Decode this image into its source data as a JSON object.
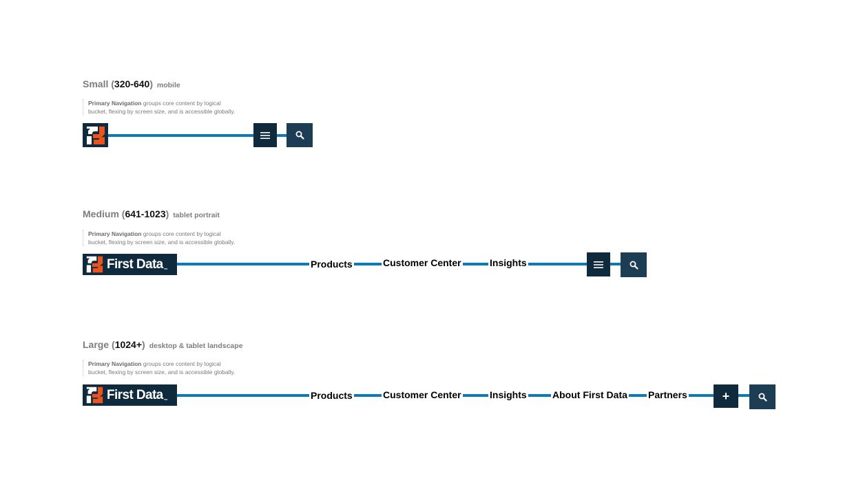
{
  "description": {
    "lead": "Primary Navigation",
    "rest_line1": " groups core content by logical",
    "line2": "bucket, flexing by screen size, and is accessible globally."
  },
  "brand": {
    "wordmark": "First Data",
    "tm": "™"
  },
  "colors": {
    "navy": "#0f2a3d",
    "navy_light": "#1d3d55",
    "rule": "#0d7ab8",
    "logo_orange": "#e95420"
  },
  "small": {
    "name": "Small",
    "paren_open": " (",
    "range": "320-640",
    "paren_close": ")",
    "sub": "mobile",
    "icons": [
      "logo-mark",
      "hamburger-menu-icon",
      "search-icon"
    ]
  },
  "medium": {
    "name": "Medium",
    "paren_open": " (",
    "range": "641-1023",
    "paren_close": ")",
    "sub": "tablet portrait",
    "nav": [
      "Products",
      "Customer Center",
      "Insights"
    ],
    "icons": [
      "hamburger-menu-icon",
      "search-icon"
    ]
  },
  "large": {
    "name": "Large",
    "paren_open": " (",
    "range": "1024+",
    "paren_close": ")",
    "sub": "desktop & tablet landscape",
    "nav": [
      "Products",
      "Customer Center",
      "Insights",
      "About First Data",
      "Partners"
    ],
    "plus": "+",
    "icons": [
      "plus-icon",
      "search-icon"
    ]
  }
}
